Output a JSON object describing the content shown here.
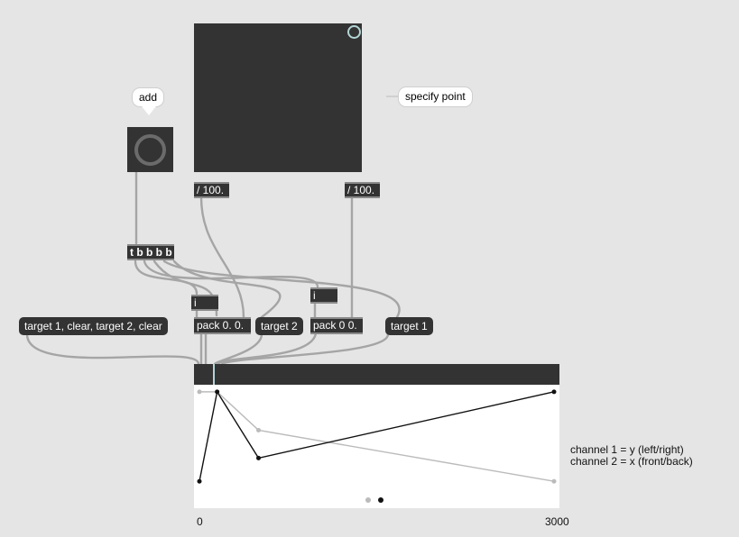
{
  "comments": {
    "add": "add",
    "specify_point": "specify point",
    "channel1": "channel 1 = y (left/right)",
    "channel2": "channel 2 = x (front/back)"
  },
  "objects": {
    "div1": "/ 100.",
    "div2": "/ 100.",
    "trigger": "t b b b b",
    "int1": "i",
    "int2": "i",
    "pack1": "pack 0. 0.",
    "pack2": "pack 0 0."
  },
  "messages": {
    "target_clear": "target 1, clear, target 2, clear",
    "target2": "target 2",
    "target1": "target 1"
  },
  "function_editor": {
    "x_min_label": "0",
    "x_max_label": "3000",
    "domain": [
      0,
      3000
    ],
    "range": [
      0,
      1
    ],
    "channel_1_points": [
      [
        0,
        0.2
      ],
      [
        150,
        0.97
      ],
      [
        500,
        0.4
      ],
      [
        3000,
        0.97
      ]
    ],
    "channel_2_points": [
      [
        0,
        0.97
      ],
      [
        150,
        0.97
      ],
      [
        500,
        0.64
      ],
      [
        3000,
        0.2
      ]
    ],
    "channel_1_color": "#111111",
    "channel_2_color": "#bbbbbb"
  },
  "colors": {
    "patch_bg": "#e5e5e5",
    "object_bg": "#333333",
    "cord": "#a5a5a5",
    "pad_handle": "#b4d4d6"
  }
}
